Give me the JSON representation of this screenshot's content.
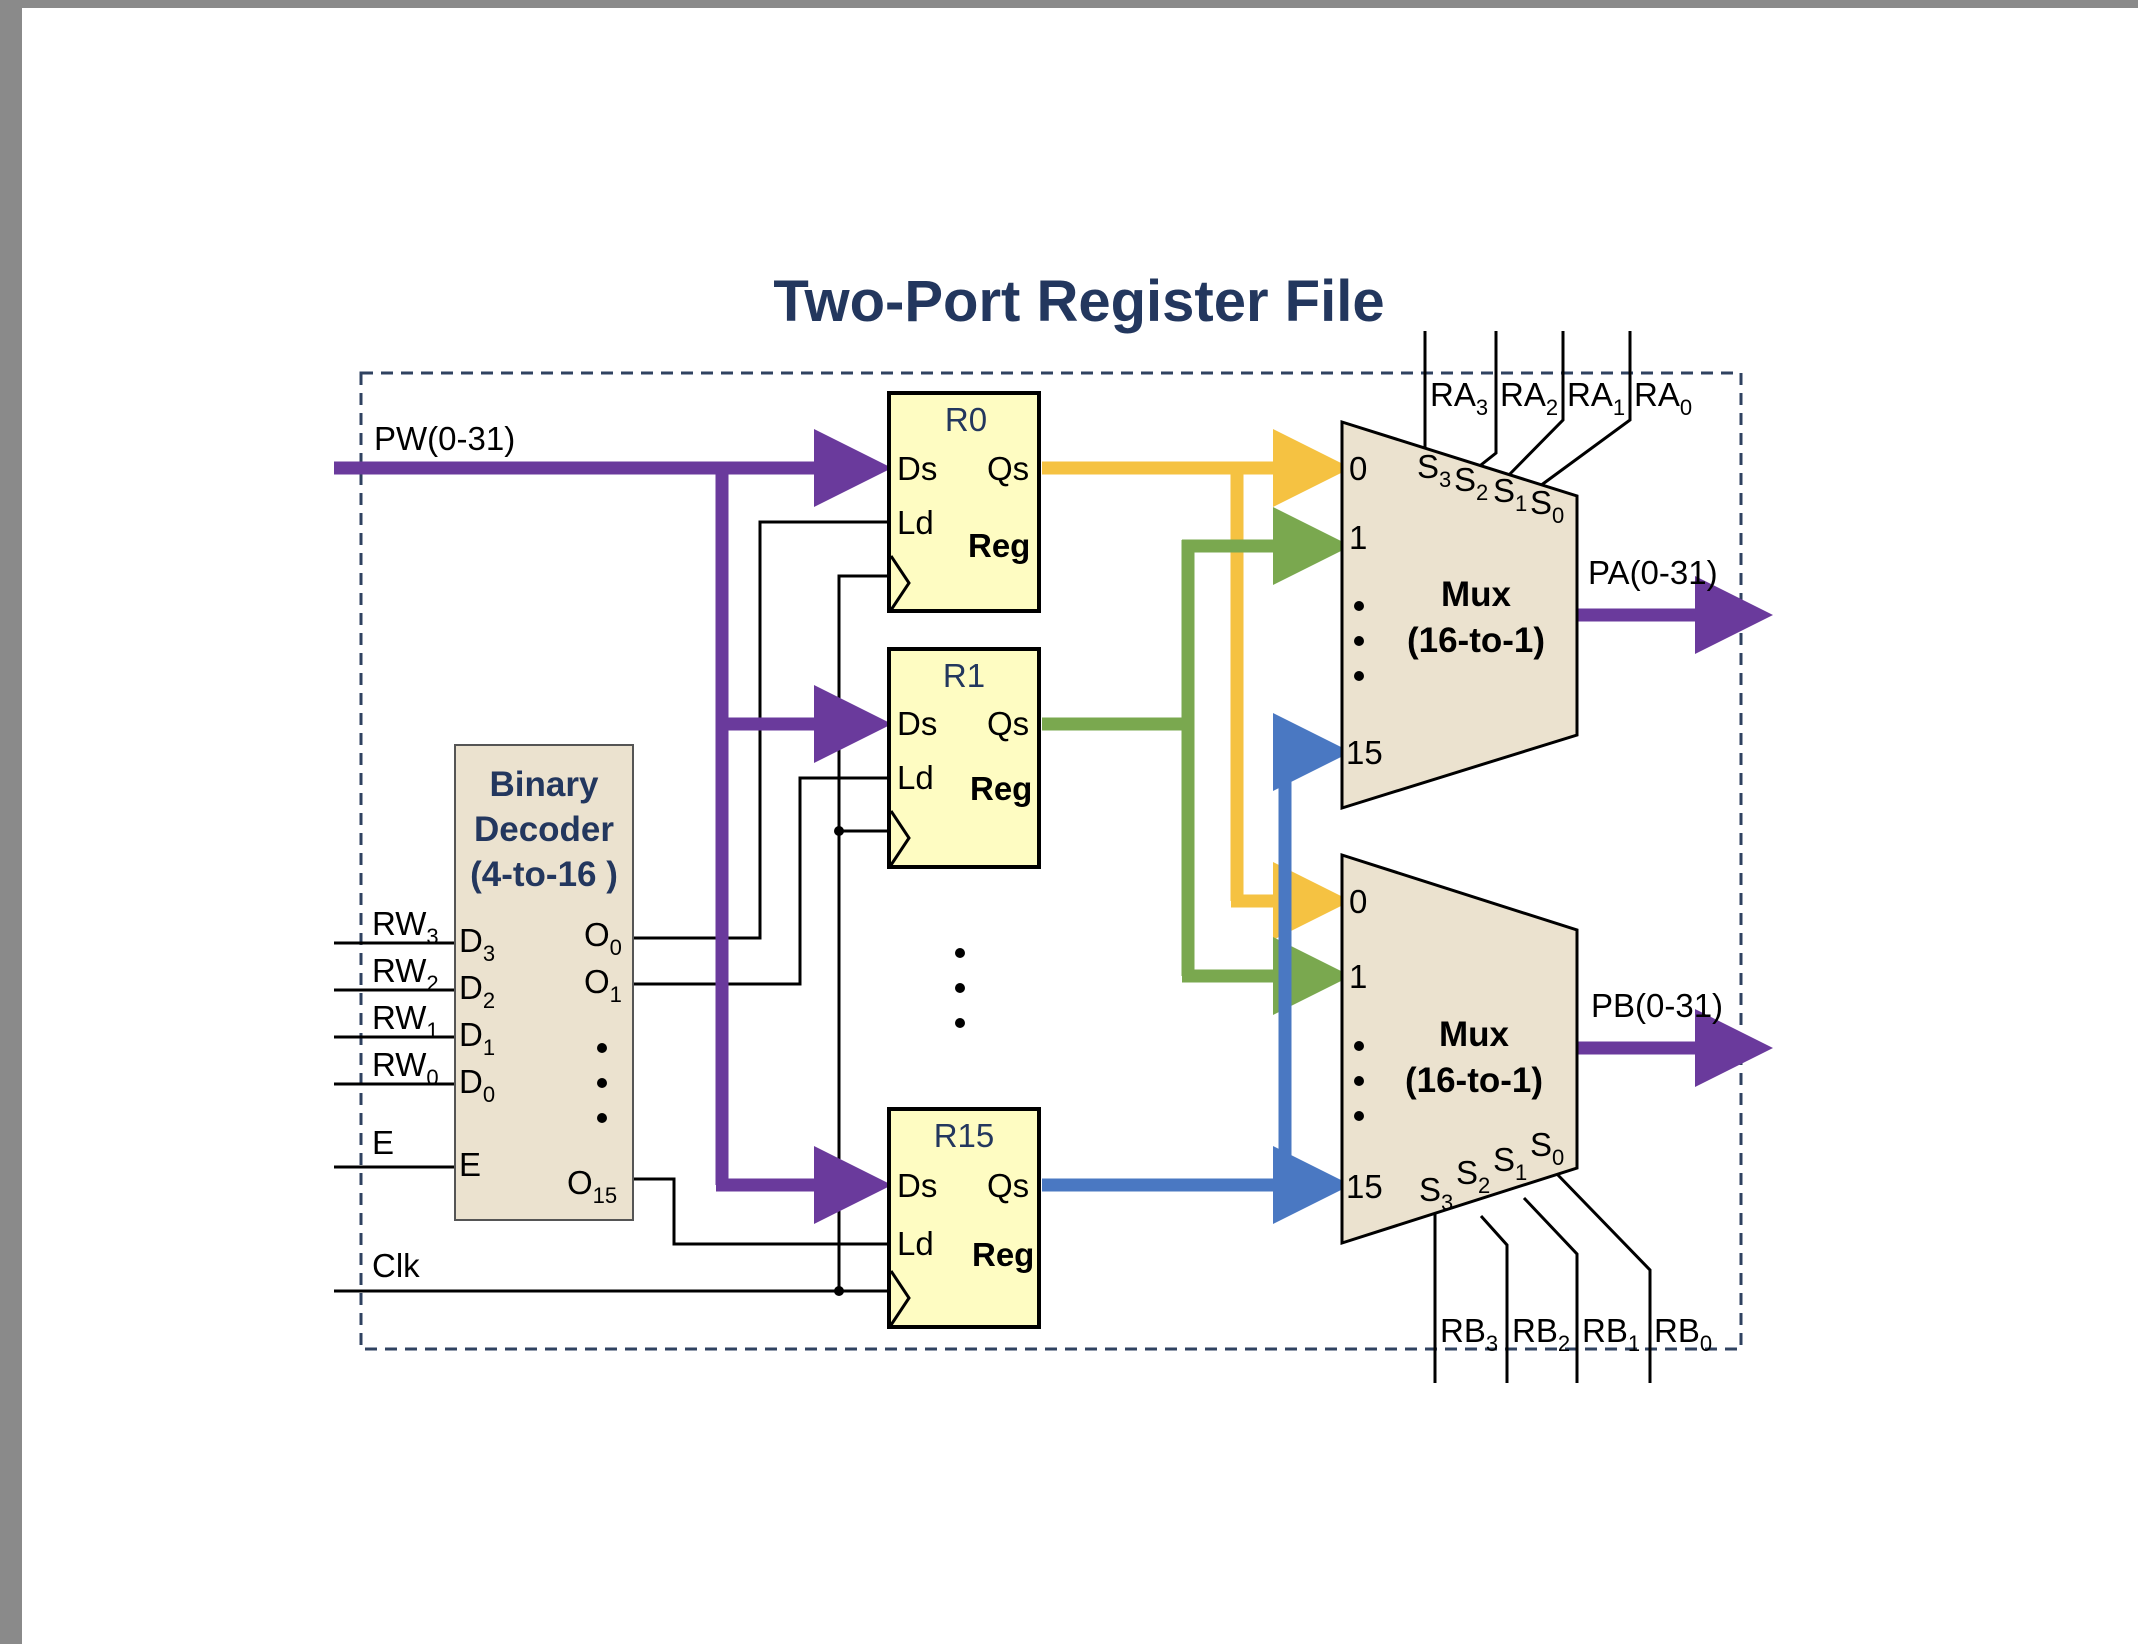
{
  "title": "Two-Port Register File",
  "inputs": {
    "pw": "PW(0-31)",
    "enable": "E",
    "clock": "Clk",
    "rw_prefix": "RW",
    "rw_subscripts": [
      "3",
      "2",
      "1",
      "0"
    ]
  },
  "decoder": {
    "title_lines": [
      "Binary",
      "Decoder",
      "(4-to-16 )"
    ],
    "in_prefix": "D",
    "in_subscripts": [
      "3",
      "2",
      "1",
      "0"
    ],
    "enable": "E",
    "out_prefix": "O",
    "outputs": [
      "0",
      "1",
      "15"
    ]
  },
  "registers": {
    "names": [
      "R0",
      "R1",
      "R15"
    ],
    "data_in": "Ds",
    "data_out": "Qs",
    "load": "Ld",
    "type": "Reg"
  },
  "mux_a": {
    "label": "Mux",
    "kind": "(16-to-1)",
    "inputs": [
      "0",
      "1",
      "15"
    ],
    "select_prefix": "S",
    "select_subscripts": [
      "3",
      "2",
      "1",
      "0"
    ],
    "select_lines_prefix": "RA",
    "output": "PA(0-31)"
  },
  "mux_b": {
    "label": "Mux",
    "kind": "(16-to-1)",
    "inputs": [
      "0",
      "1",
      "15"
    ],
    "select_prefix": "S",
    "select_subscripts": [
      "3",
      "2",
      "1",
      "0"
    ],
    "select_lines_prefix": "RB",
    "output": "PB(0-31)"
  },
  "colors": {
    "write_bus": "#6a3a9c",
    "r0_out": "#f5c242",
    "r1_out": "#7aa84f",
    "r15_out": "#4a78c2",
    "register_fill": "#fefcc2",
    "block_fill": "#ebe2cf",
    "title": "#23375e",
    "frame": "#2f4260"
  }
}
